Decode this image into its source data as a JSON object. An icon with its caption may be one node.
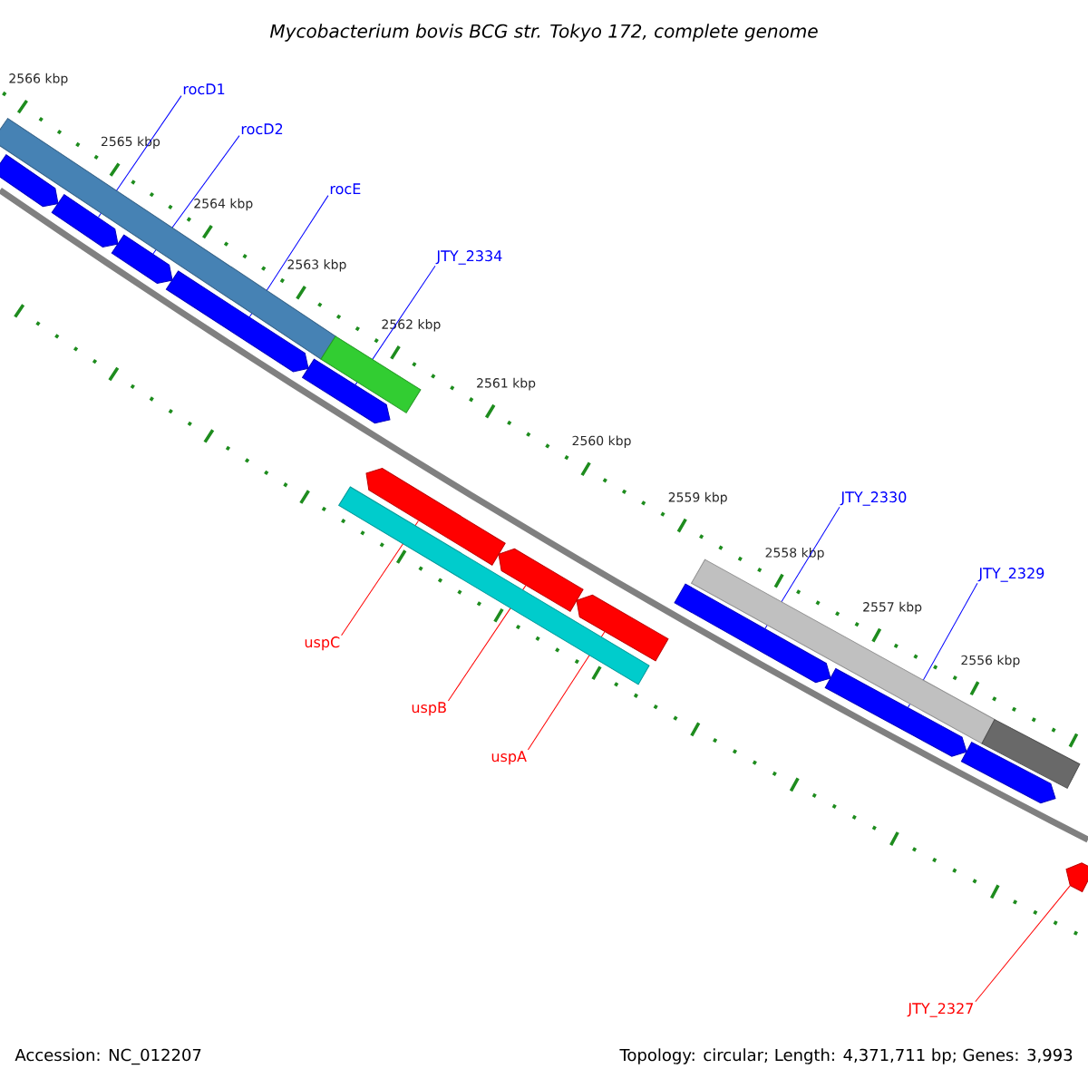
{
  "diagram": {
    "title": "Mycobacterium bovis BCG str. Tokyo 172, complete genome",
    "nodes": [
      {
        "text": [],
        "shape": "pentagon"
      },
      {
        "text": [],
        "shape": "pentagon"
      },
      {
        "text": [],
        "shape": "pentagon"
      },
      {
        "text": [],
        "shape": "pentagon"
      },
      {
        "text": [],
        "shape": "pentagon"
      },
      {
        "text": [],
        "shape": "pentagon"
      },
      {
        "text": [],
        "shape": "pentagon"
      },
      {
        "text": [],
        "shape": "pentagon"
      },
      {
        "text": [],
        "shape": "pentagon"
      },
      {
        "text": [],
        "shape": "pentagon"
      },
      {
        "text": [],
        "shape": "pentagon"
      },
      {
        "text": [],
        "shape": "pentagon"
      },
      {
        "text": [
          "rocD1"
        ]
      },
      {
        "text": [
          "rocD2"
        ]
      },
      {
        "text": [
          "rocE"
        ]
      },
      {
        "text": [
          "JTY_2334"
        ]
      },
      {
        "text": [
          "JTY_2330"
        ]
      },
      {
        "text": [
          "JTY_2329"
        ]
      },
      {
        "text": [
          "uspC"
        ]
      },
      {
        "text": [
          "uspB"
        ]
      },
      {
        "text": [
          "uspA"
        ]
      },
      {
        "text": [
          "JTY_2327"
        ]
      }
    ],
    "edges": [
      {
        "from": 12,
        "to": 1,
        "arrow": "none"
      },
      {
        "from": 13,
        "to": 2,
        "arrow": "none"
      },
      {
        "from": 14,
        "to": 3,
        "arrow": "none"
      },
      {
        "from": 15,
        "to": 4,
        "arrow": "none"
      },
      {
        "from": 16,
        "to": 5,
        "arrow": "none"
      },
      {
        "from": 17,
        "to": 6,
        "arrow": "none"
      },
      {
        "from": 18,
        "to": 8,
        "arrow": "none",
        "color": "#ff0000"
      },
      {
        "from": 19,
        "to": 9,
        "arrow": "none",
        "color": "#ff0000"
      },
      {
        "from": 20,
        "to": 10,
        "arrow": "none",
        "color": "#ff0000"
      },
      {
        "from": 21,
        "to": 11,
        "arrow": "none",
        "color": "#ff0000"
      }
    ],
    "labels": [
      "2566 kbp",
      "2565 kbp",
      "2564 kbp",
      "2563 kbp",
      "2562 kbp",
      "2561 kbp",
      "2560 kbp",
      "2559 kbp",
      "2558 kbp",
      "2557 kbp",
      "2556 kbp",
      "Accession: NC_012207",
      "Topology: circular; Length: 4,371,711 bp; Genes: 3,993"
    ]
  }
}
